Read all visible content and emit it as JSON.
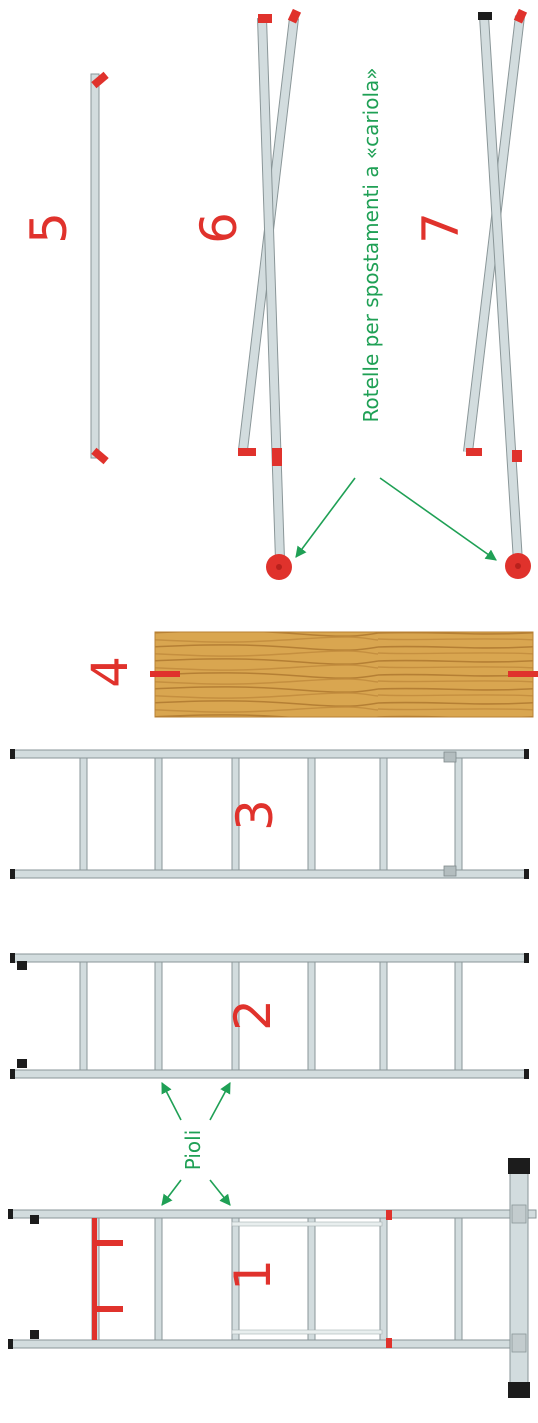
{
  "colors": {
    "red": "#e0322c",
    "green": "#1fa055",
    "rail_fill": "#d2dcde",
    "rail_stroke": "#8a9698",
    "wood": "#d6a24e",
    "wood_grain": "#b98235",
    "cap": "#1c1c1c"
  },
  "parts": [
    {
      "id": "1",
      "label": "1",
      "name": "ladder-section-base-with-stabilizer-bar"
    },
    {
      "id": "2",
      "label": "2",
      "name": "ladder-section-middle"
    },
    {
      "id": "3",
      "label": "3",
      "name": "ladder-section-top"
    },
    {
      "id": "4",
      "label": "4",
      "name": "wooden-plank"
    },
    {
      "id": "5",
      "label": "5",
      "name": "single-brace"
    },
    {
      "id": "6",
      "label": "6",
      "name": "cross-brace-with-wheel-a"
    },
    {
      "id": "7",
      "label": "7",
      "name": "cross-brace-with-wheel-b"
    }
  ],
  "callouts": {
    "rungs": "Pioli",
    "wheels": "Rotelle per spostamenti a «cariola»"
  },
  "icons": [
    "arrow-icon",
    "wheel-icon",
    "bracket-icon",
    "end-cap-icon"
  ]
}
